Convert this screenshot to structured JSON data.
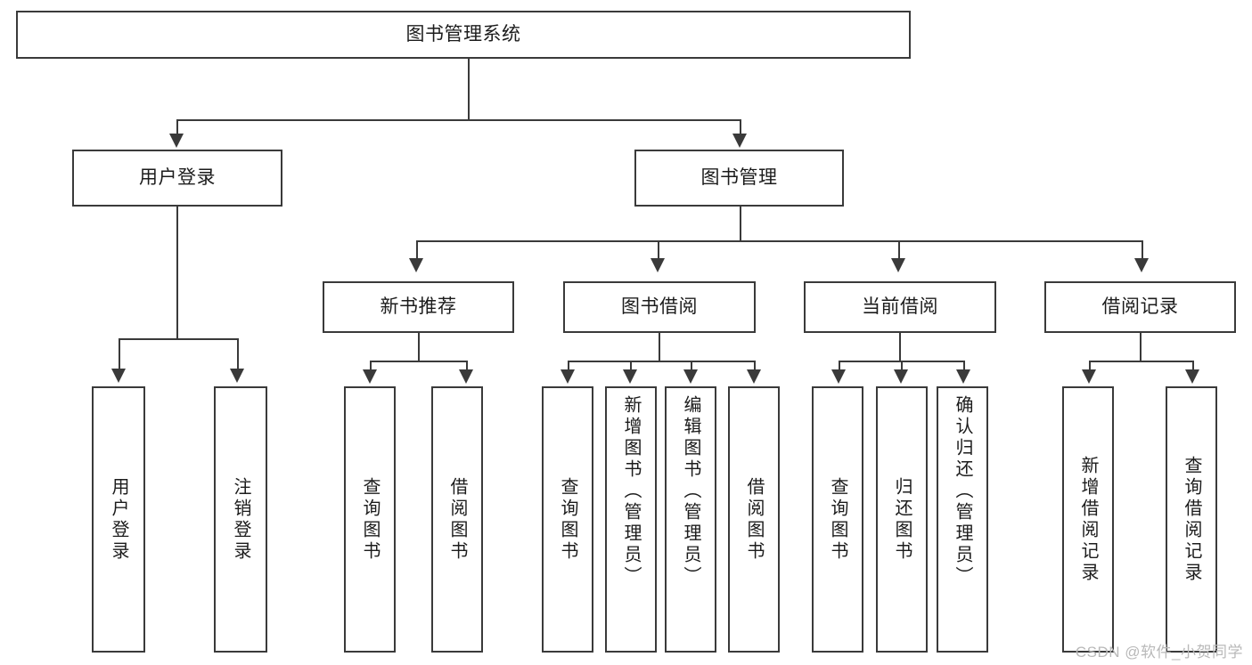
{
  "diagram": {
    "title": "图书管理系统",
    "type": "tree-hierarchy",
    "root": {
      "label": "图书管理系统"
    },
    "level2": [
      {
        "label": "用户登录"
      },
      {
        "label": "图书管理"
      }
    ],
    "level3": [
      {
        "label": "新书推荐"
      },
      {
        "label": "图书借阅"
      },
      {
        "label": "当前借阅"
      },
      {
        "label": "借阅记录"
      }
    ],
    "leaves": {
      "user_login": [
        {
          "label": "用户登录"
        },
        {
          "label": "注销登录"
        }
      ],
      "new_book_recommend": [
        {
          "label": "查询图书"
        },
        {
          "label": "借阅图书"
        }
      ],
      "book_borrow": [
        {
          "label": "查询图书"
        },
        {
          "label": "新增图书（管理员）"
        },
        {
          "label": "编辑图书（管理员）"
        },
        {
          "label": "借阅图书"
        }
      ],
      "current_borrow": [
        {
          "label": "查询图书"
        },
        {
          "label": "归还图书"
        },
        {
          "label": "确认归还（管理员）"
        }
      ],
      "borrow_record": [
        {
          "label": "新增借阅记录"
        },
        {
          "label": "查询借阅记录"
        }
      ]
    }
  },
  "watermark": {
    "text": "CSDN @软件_小贺同学"
  },
  "colors": {
    "stroke": "#3a3a3a",
    "background": "#ffffff",
    "text": "#1c1c1c",
    "watermark": "#b9b9b9"
  }
}
